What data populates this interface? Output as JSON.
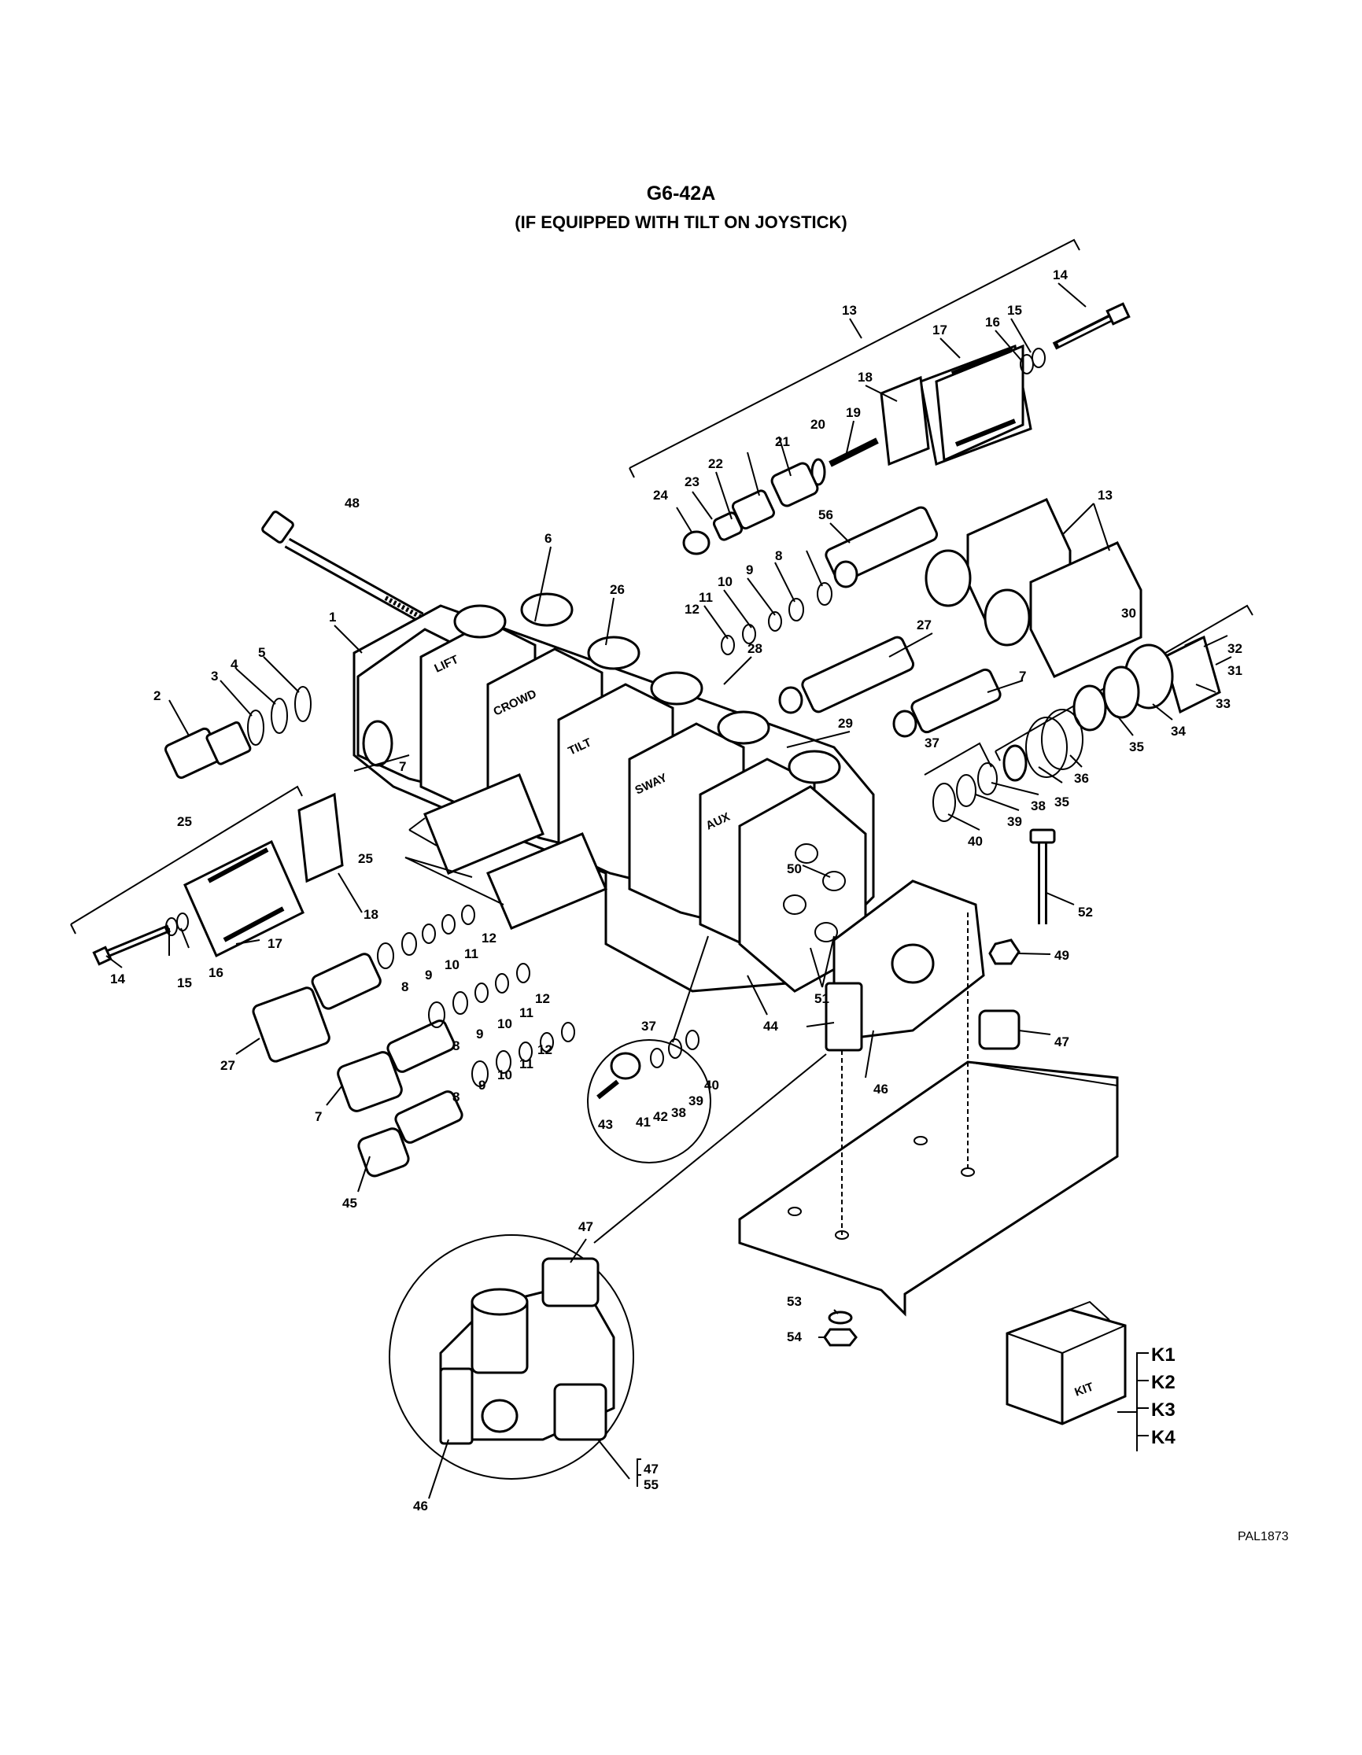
{
  "figure": {
    "title": "G6-42A",
    "subtitle": "(IF EQUIPPED WITH TILT ON JOYSTICK)",
    "reference": "PAL1873"
  },
  "section_labels": [
    "LIFT",
    "CROWD",
    "TILT",
    "SWAY",
    "AUX"
  ],
  "callouts": [
    "1",
    "2",
    "3",
    "4",
    "5",
    "6",
    "7",
    "8",
    "9",
    "10",
    "11",
    "12",
    "13",
    "14",
    "15",
    "16",
    "17",
    "18",
    "19",
    "20",
    "21",
    "22",
    "23",
    "24",
    "25",
    "26",
    "27",
    "28",
    "29",
    "30",
    "31",
    "32",
    "33",
    "34",
    "35",
    "36",
    "37",
    "38",
    "39",
    "40",
    "41",
    "42",
    "43",
    "44",
    "45",
    "46",
    "47",
    "48",
    "49",
    "50",
    "51",
    "52",
    "53",
    "54",
    "55",
    "56"
  ],
  "kit": {
    "box_label": "KIT",
    "items": [
      "K1",
      "K2",
      "K3",
      "K4"
    ]
  }
}
